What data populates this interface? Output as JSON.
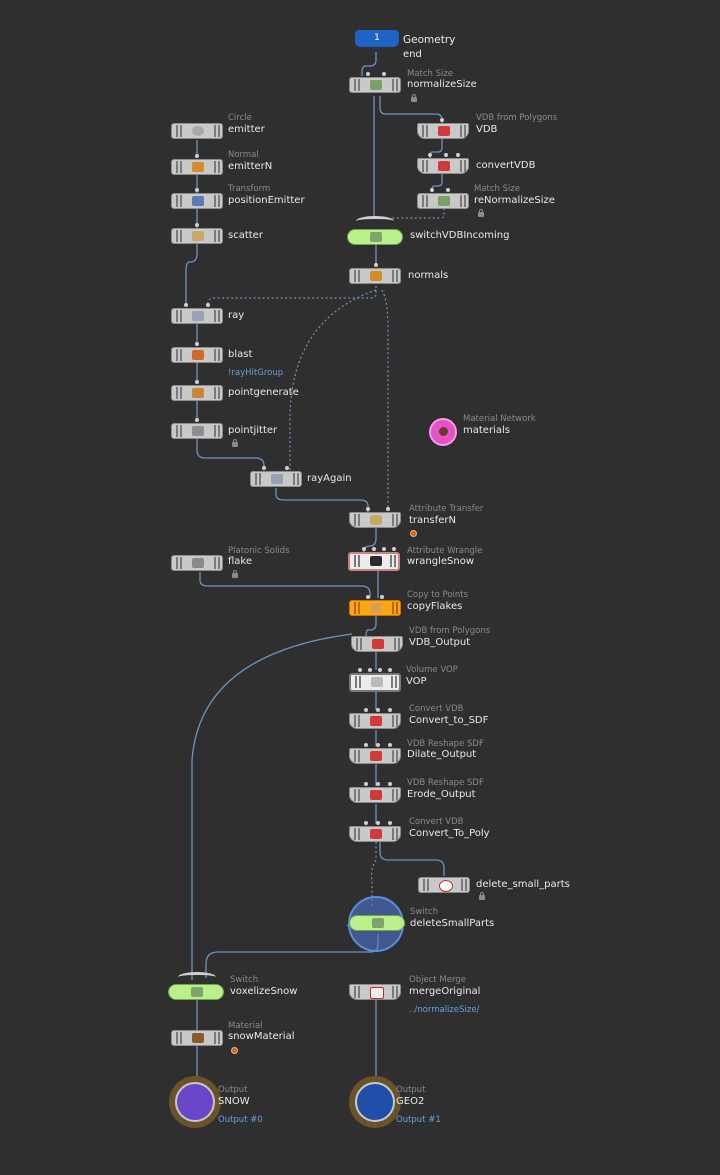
{
  "network": {
    "top": {
      "flag_number": "1",
      "title": "Geometry",
      "subtitle": "end"
    },
    "nodes": {
      "normalizeSize": {
        "type": "Match Size",
        "name": "normalizeSize"
      },
      "emitter": {
        "type": "Circle",
        "name": "emitter"
      },
      "emitterN": {
        "type": "Normal",
        "name": "emitterN"
      },
      "positionEmitter": {
        "type": "Transform",
        "name": "positionEmitter"
      },
      "scatter": {
        "name": "scatter"
      },
      "VDB": {
        "type": "VDB from Polygons",
        "name": "VDB"
      },
      "convertVDB": {
        "name": "convertVDB"
      },
      "reNormalizeSize": {
        "type": "Match Size",
        "name": "reNormalizeSize"
      },
      "switchVDBIncoming": {
        "name": "switchVDBIncoming"
      },
      "normals": {
        "name": "normals"
      },
      "ray": {
        "name": "ray"
      },
      "blast": {
        "name": "blast",
        "group": "!rayHitGroup"
      },
      "pointgenerate": {
        "name": "pointgenerate"
      },
      "pointjitter": {
        "name": "pointjitter"
      },
      "materials": {
        "type": "Material Network",
        "name": "materials"
      },
      "rayAgain": {
        "name": "rayAgain"
      },
      "transferN": {
        "type": "Attribute Transfer",
        "name": "transferN"
      },
      "flake": {
        "type": "Platonic Solids",
        "name": "flake"
      },
      "wrangleSnow": {
        "type": "Attribute Wrangle",
        "name": "wrangleSnow"
      },
      "copyFlakes": {
        "type": "Copy to Points",
        "name": "copyFlakes"
      },
      "VDB_Output": {
        "type": "VDB from Polygons",
        "name": "VDB_Output"
      },
      "VOP": {
        "type": "Volume VOP",
        "name": "VOP"
      },
      "Convert_to_SDF": {
        "type": "Convert VDB",
        "name": "Convert_to_SDF"
      },
      "Dilate_Output": {
        "type": "VDB Reshape SDF",
        "name": "Dilate_Output"
      },
      "Erode_Output": {
        "type": "VDB Reshape SDF",
        "name": "Erode_Output"
      },
      "Convert_To_Poly": {
        "type": "Convert VDB",
        "name": "Convert_To_Poly"
      },
      "delete_small_parts": {
        "name": "delete_small_parts"
      },
      "deleteSmallParts": {
        "type": "Switch",
        "name": "deleteSmallParts"
      },
      "voxelizeSnow": {
        "type": "Switch",
        "name": "voxelizeSnow"
      },
      "mergeOriginal": {
        "type": "Object Merge",
        "name": "mergeOriginal",
        "path": "../normalizeSize/"
      },
      "snowMaterial": {
        "type": "Material",
        "name": "snowMaterial"
      },
      "SNOW": {
        "type": "Output",
        "name": "SNOW",
        "output": "Output #0"
      },
      "GEO2": {
        "type": "Output",
        "name": "GEO2",
        "output": "Output #1"
      }
    },
    "colors": {
      "background": "#2f2f2f",
      "wire": "#6f93c2",
      "node_default": "#c9c9c9",
      "node_switch": "#b9f08a",
      "node_copy": "#ffa413",
      "flag": "#1f63c6",
      "material_network": "#e454c6"
    }
  }
}
